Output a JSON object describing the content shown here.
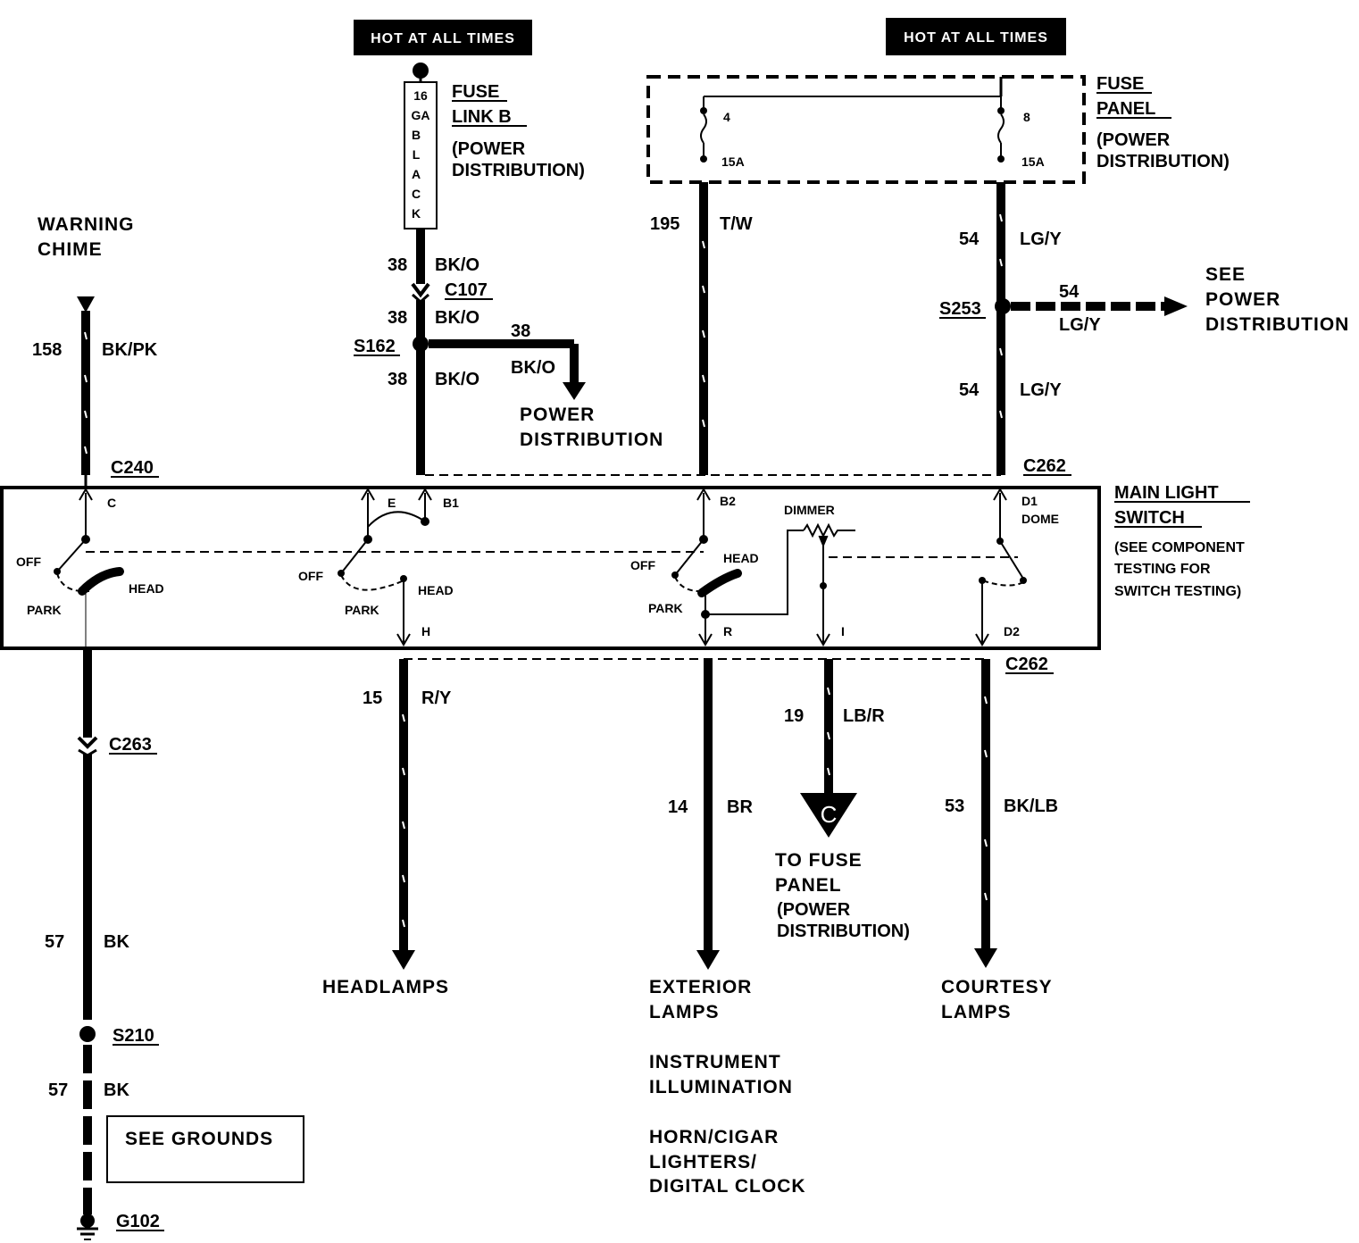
{
  "hot_labels": [
    "HOT AT ALL TIMES",
    "HOT AT ALL TIMES"
  ],
  "fuse_link": {
    "gauge_letters": [
      "16",
      "GA",
      "B",
      "L",
      "A",
      "C",
      "K"
    ],
    "title_1": "FUSE",
    "title_2": "LINK B",
    "sub_1": "(POWER",
    "sub_2": "DISTRIBUTION)"
  },
  "fuse_panel": {
    "title_1": "FUSE",
    "title_2": "PANEL",
    "sub_1": "(POWER",
    "sub_2": "DISTRIBUTION)",
    "fuse_a_num": "4",
    "fuse_a_amp": "15A",
    "fuse_b_num": "8",
    "fuse_b_amp": "15A"
  },
  "warning_chime": {
    "line1": "WARNING",
    "line2": "CHIME"
  },
  "wires": {
    "w158": {
      "num": "158",
      "color": "BK/PK"
    },
    "w38a": {
      "num": "38",
      "color": "BK/O"
    },
    "w38b": {
      "num": "38",
      "color": "BK/O"
    },
    "w38c": {
      "num": "38",
      "color": "BK/O"
    },
    "w38d": {
      "num": "38",
      "color": "BK/O"
    },
    "w195": {
      "num": "195",
      "color": "T/W"
    },
    "w54a": {
      "num": "54",
      "color": "LG/Y"
    },
    "w54b": {
      "num": "54",
      "color": "LG/Y"
    },
    "w54c": {
      "num": "54",
      "color": "LG/Y"
    },
    "w15": {
      "num": "15",
      "color": "R/Y"
    },
    "w14": {
      "num": "14",
      "color": "BR"
    },
    "w19": {
      "num": "19",
      "color": "LB/R"
    },
    "w53": {
      "num": "53",
      "color": "BK/LB"
    },
    "w57a": {
      "num": "57",
      "color": "BK"
    },
    "w57b": {
      "num": "57",
      "color": "BK"
    }
  },
  "connectors": {
    "c107": "C107",
    "s162": "S162",
    "s253": "S253",
    "c240": "C240",
    "c262_top": "C262",
    "c262_bot": "C262",
    "c263": "C263",
    "s210": "S210",
    "g102": "G102"
  },
  "power_dist_left": {
    "line1": "POWER",
    "line2": "DISTRIBUTION"
  },
  "see_power_dist": {
    "line1": "SEE",
    "line2": "POWER",
    "line3": "DISTRIBUTION"
  },
  "switch": {
    "title_1": "MAIN LIGHT",
    "title_2": "SWITCH",
    "note_1": "(SEE COMPONENT",
    "note_2": "TESTING FOR",
    "note_3": "SWITCH TESTING)",
    "pins": {
      "c": "C",
      "e": "E",
      "b1": "B1",
      "b2": "B2",
      "d1": "D1",
      "dome": "DOME",
      "h": "H",
      "r": "R",
      "i": "I",
      "d2": "D2"
    },
    "positions": {
      "off1": "OFF",
      "park1": "PARK",
      "head1": "HEAD",
      "off2": "OFF",
      "park2": "PARK",
      "head2": "HEAD",
      "off3": "OFF",
      "park3": "PARK",
      "head3": "HEAD"
    },
    "dimmer": "DIMMER"
  },
  "destinations": {
    "headlamps": "HEADLAMPS",
    "exterior_1": "EXTERIOR",
    "exterior_2": "LAMPS",
    "instrument_1": "INSTRUMENT",
    "instrument_2": "ILLUMINATION",
    "horn_1": "HORN/CIGAR",
    "horn_2": "LIGHTERS/",
    "horn_3": "DIGITAL CLOCK",
    "courtesy_1": "COURTESY",
    "courtesy_2": "LAMPS",
    "fuse_panel_1": "TO FUSE",
    "fuse_panel_2": "PANEL",
    "fuse_panel_3": "(POWER",
    "fuse_panel_4": "DISTRIBUTION)",
    "connector_c": "C"
  },
  "see_grounds": "SEE GROUNDS"
}
